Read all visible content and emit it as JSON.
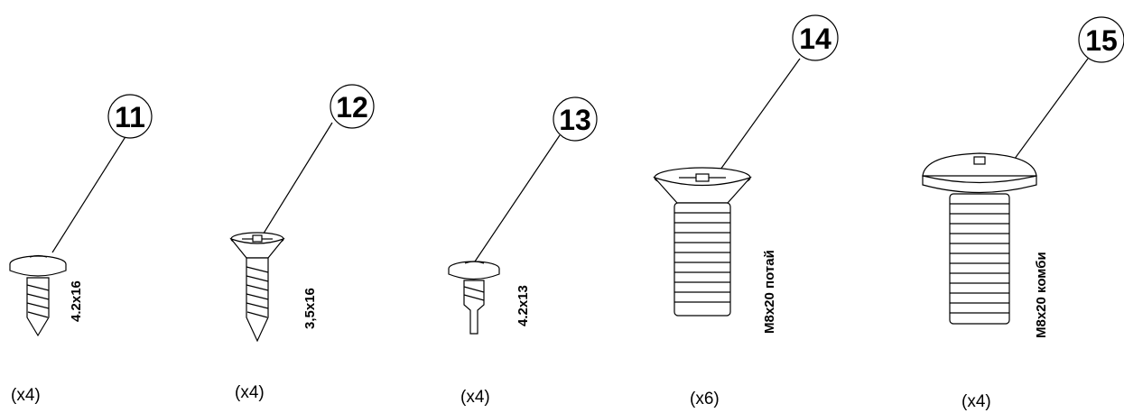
{
  "parts": [
    {
      "number": "11",
      "size": "4.2x16",
      "quantity": "(x4)"
    },
    {
      "number": "12",
      "size": "3,5x16",
      "quantity": "(x4)"
    },
    {
      "number": "13",
      "size": "4.2x13",
      "quantity": "(x4)"
    },
    {
      "number": "14",
      "size": "M8x20 потай",
      "quantity": "(x6)"
    },
    {
      "number": "15",
      "size": "M8x20 комби",
      "quantity": "(x4)"
    }
  ]
}
